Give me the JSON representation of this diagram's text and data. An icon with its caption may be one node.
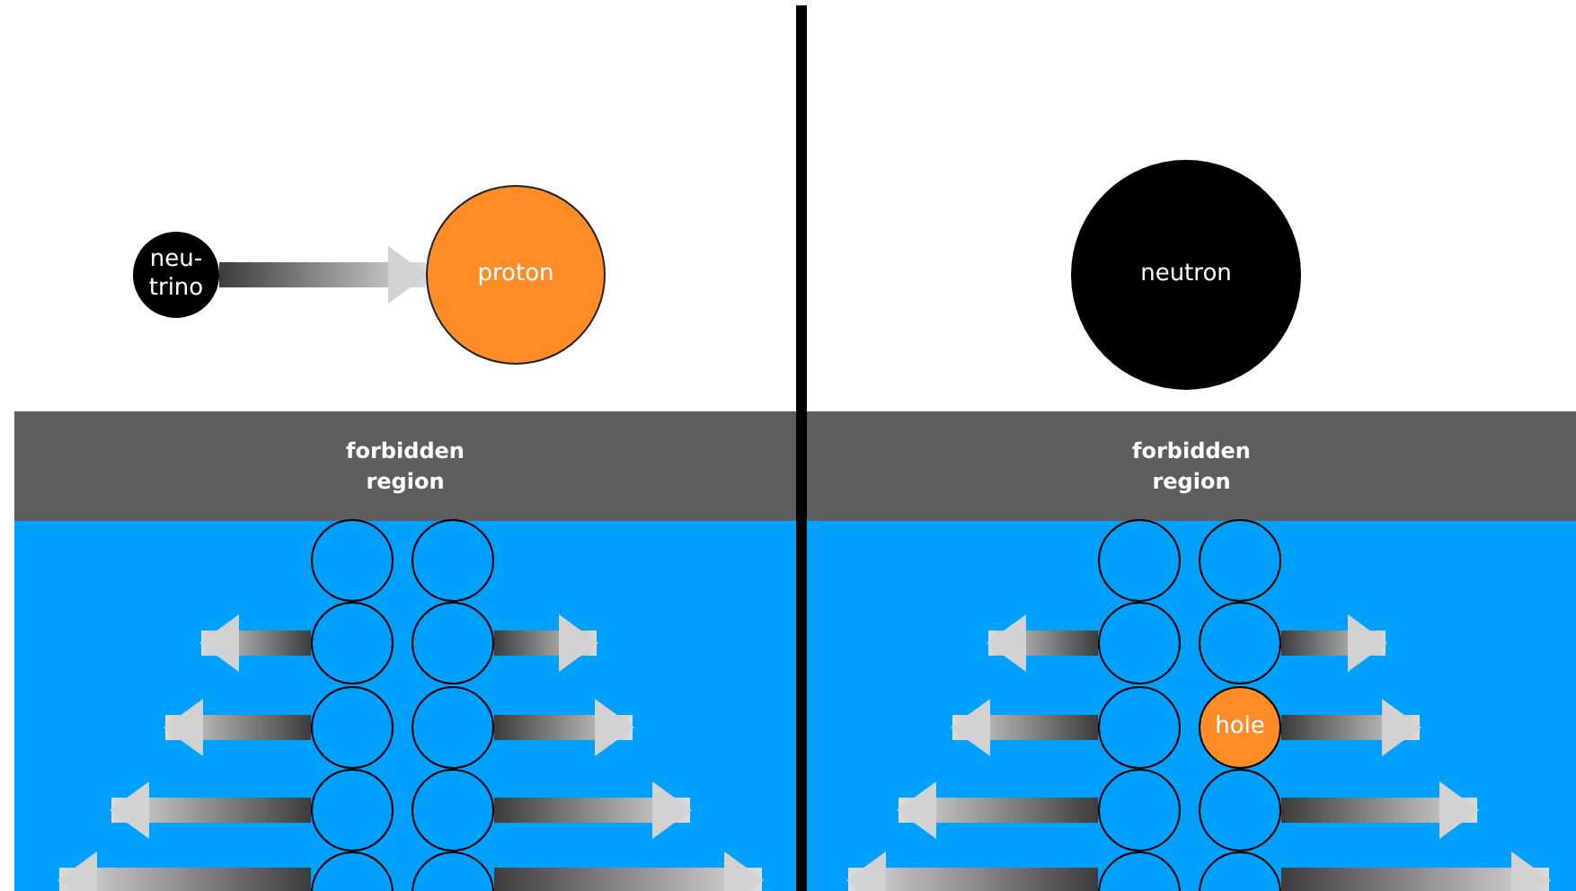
{
  "diagram": {
    "nodes": [
      {
        "text": [
          "neu- trino"
        ]
      },
      {
        "text": [
          "proton"
        ]
      },
      {
        "text": [
          "neutron"
        ]
      },
      {
        "text": [
          "forbidden region"
        ]
      },
      {
        "text": [
          "forbidden region"
        ]
      },
      {
        "text": [],
        "shape": "circle"
      },
      {
        "text": [],
        "shape": "circle"
      },
      {
        "text": [],
        "shape": "circle"
      },
      {
        "text": [],
        "shape": "circle"
      },
      {
        "text": [],
        "shape": "circle"
      },
      {
        "text": [],
        "shape": "circle"
      },
      {
        "text": [],
        "shape": "circle"
      },
      {
        "text": [],
        "shape": "circle"
      },
      {
        "text": [],
        "shape": "circle"
      },
      {
        "text": [],
        "shape": "circle"
      },
      {
        "text": [],
        "shape": "circle"
      },
      {
        "text": [],
        "shape": "circle"
      },
      {
        "text": [],
        "shape": "circle"
      },
      {
        "text": [],
        "shape": "circle"
      },
      {
        "text": [],
        "shape": "circle"
      },
      {
        "text": [
          "hole"
        ]
      },
      {
        "text": [],
        "shape": "circle"
      },
      {
        "text": [],
        "shape": "circle"
      },
      {
        "text": [],
        "shape": "circle"
      },
      {
        "text": [],
        "shape": "circle"
      }
    ],
    "edges": [
      {
        "from": 0,
        "to": 1,
        "arrow": "to"
      },
      {
        "from": 7,
        "to": null,
        "arrow": "to"
      },
      {
        "from": 8,
        "to": null,
        "arrow": "to"
      },
      {
        "from": 9,
        "to": null,
        "arrow": "to"
      },
      {
        "from": 10,
        "to": null,
        "arrow": "to"
      },
      {
        "from": 11,
        "to": null,
        "arrow": "to"
      },
      {
        "from": 12,
        "to": null,
        "arrow": "to"
      },
      {
        "from": 13,
        "to": null,
        "arrow": "to"
      },
      {
        "from": 14,
        "to": null,
        "arrow": "to"
      },
      {
        "from": 17,
        "to": null,
        "arrow": "to"
      },
      {
        "from": 18,
        "to": null,
        "arrow": "to"
      },
      {
        "from": 19,
        "to": null,
        "arrow": "to"
      },
      {
        "from": 20,
        "to": null,
        "arrow": "to"
      },
      {
        "from": 21,
        "to": null,
        "arrow": "to"
      },
      {
        "from": 22,
        "to": null,
        "arrow": "to"
      },
      {
        "from": 23,
        "to": null,
        "arrow": "to"
      },
      {
        "from": 24,
        "to": null,
        "arrow": "to"
      }
    ]
  }
}
